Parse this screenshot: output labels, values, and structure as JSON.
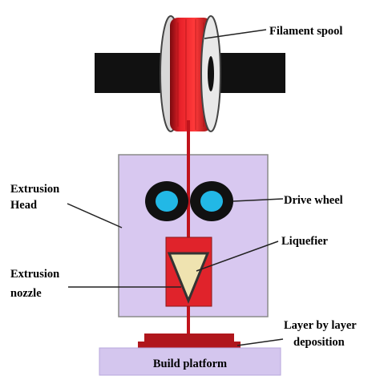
{
  "diagram": {
    "labels": {
      "filament_spool": "Filament spool",
      "extrusion_head_line1": "Extrusion",
      "extrusion_head_line2": "Head",
      "drive_wheel": "Drive wheel",
      "liquefier": "Liquefier",
      "extrusion_nozzle_line1": "Extrusion",
      "extrusion_nozzle_line2": "nozzle",
      "layer_deposition_line1": "Layer by layer",
      "layer_deposition_line2": "deposition",
      "build_platform": "Build platform"
    },
    "colors": {
      "filament": "#c0141c",
      "spool_red": "#e01c24",
      "spool_axle": "#111111",
      "head_body": "#d8c8f0",
      "head_border": "#8a8a8a",
      "wheel_outer": "#111111",
      "wheel_inner": "#22b8e6",
      "liquefier": "#e0232b",
      "nozzle_cone": "#efe3b0",
      "platform": "#d4c6ee",
      "deposited_layer": "#b0161c"
    }
  }
}
